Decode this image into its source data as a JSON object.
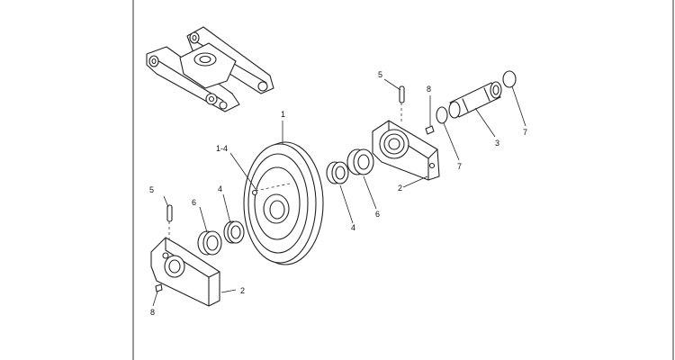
{
  "callouts": {
    "l1": "1",
    "l1_4": "1-4",
    "l2_left": "2",
    "l2_right": "2",
    "l3": "3",
    "l4_left": "4",
    "l4_right": "4",
    "l5_left": "5",
    "l5_right": "5",
    "l6_left": "6",
    "l6_right": "6",
    "l7_left": "7",
    "l7_right": "7",
    "l8_left": "8",
    "l8_right": "8"
  }
}
